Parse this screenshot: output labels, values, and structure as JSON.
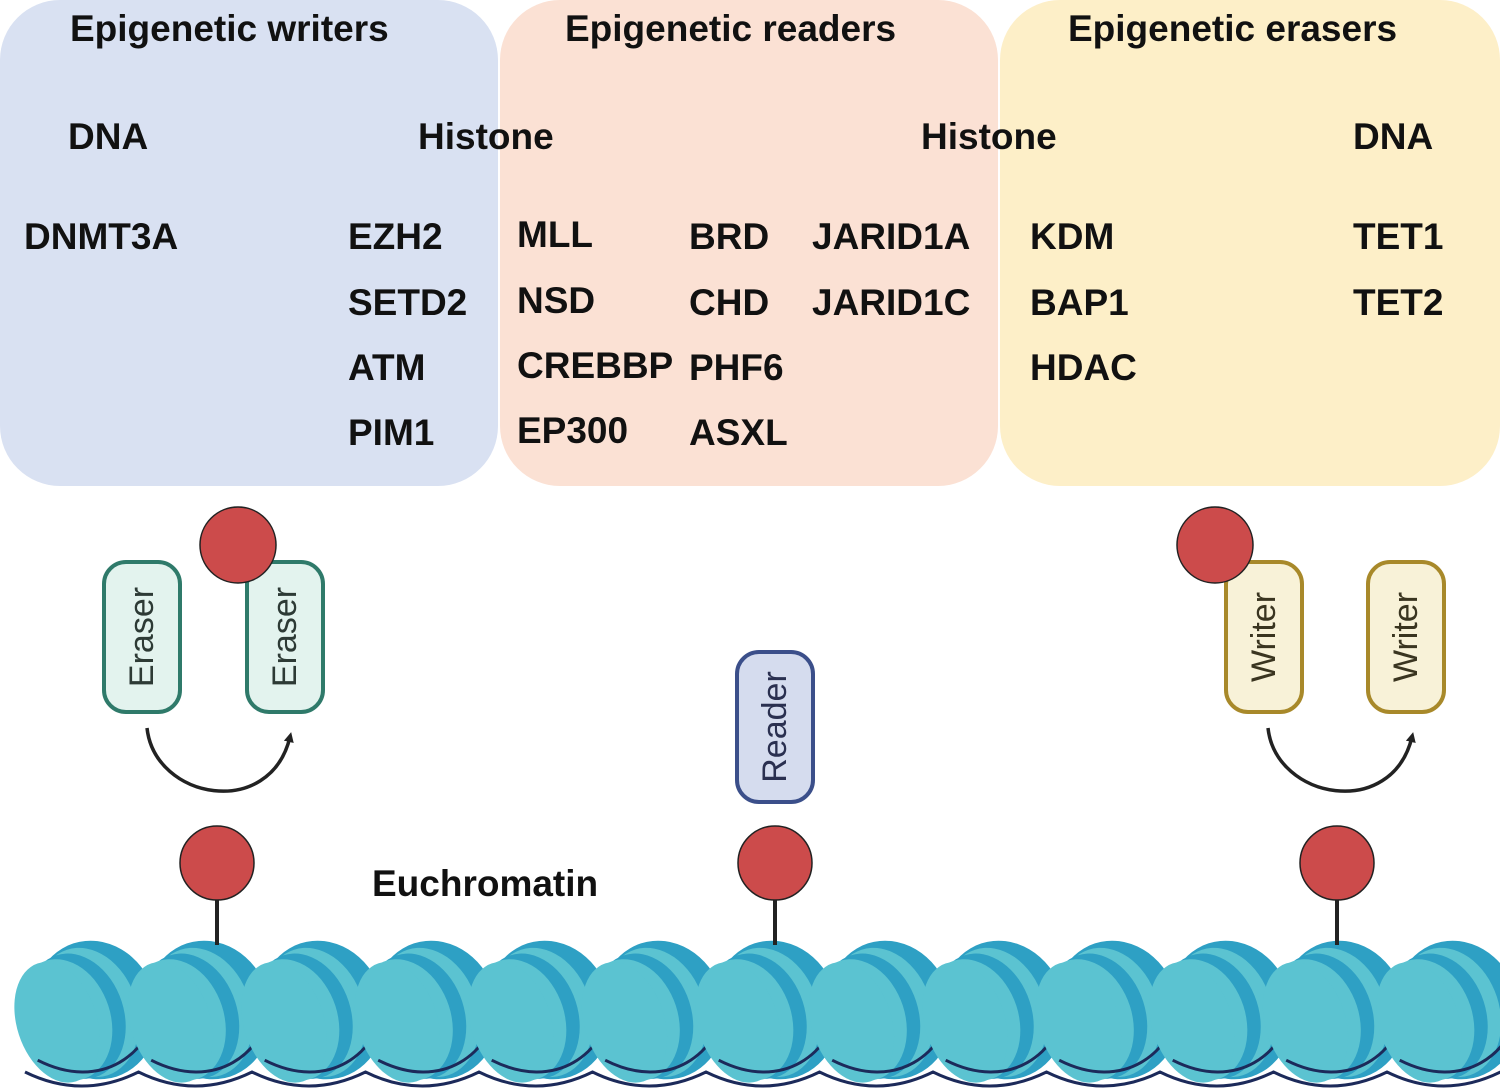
{
  "panels": {
    "writers": {
      "title": "Epigenetic writers",
      "dna_header": "DNA",
      "histone_header": "Histone",
      "dna_genes": [
        "DNMT3A"
      ],
      "histone_genes": [
        "EZH2",
        "SETD2",
        "ATM",
        "PIM1"
      ],
      "color": "#d9e1f2"
    },
    "readers": {
      "title": "Epigenetic readers",
      "col1": [
        "MLL",
        "NSD",
        "CREBBP",
        "EP300"
      ],
      "col2": [
        "BRD",
        "CHD",
        "PHF6",
        "ASXL"
      ],
      "col3": [
        "JARID1A",
        "JARID1C"
      ],
      "color": "#fbe1d4"
    },
    "erasers": {
      "title": "Epigenetic erasers",
      "histone_header": "Histone",
      "dna_header": "DNA",
      "histone_genes": [
        "KDM",
        "BAP1",
        "HDAC"
      ],
      "dna_genes": [
        "TET1",
        "TET2"
      ],
      "color": "#fdefc8"
    }
  },
  "diagram": {
    "eraser_label": "Eraser",
    "reader_label": "Reader",
    "writer_label": "Writer",
    "chromatin_label": "Euchromatin",
    "colors": {
      "mark": "#cc4b4b",
      "eraser_border": "#2f7a6a",
      "eraser_fill": "#e3f3ee",
      "reader_border": "#3b4f8a",
      "reader_fill": "#d5dcee",
      "writer_border": "#a8892a",
      "writer_fill": "#f8f2d8",
      "nucleosome": "#5bc3d1",
      "nucleosome_band": "#2ea0c4",
      "dna_strand": "#1c2a5a"
    }
  }
}
